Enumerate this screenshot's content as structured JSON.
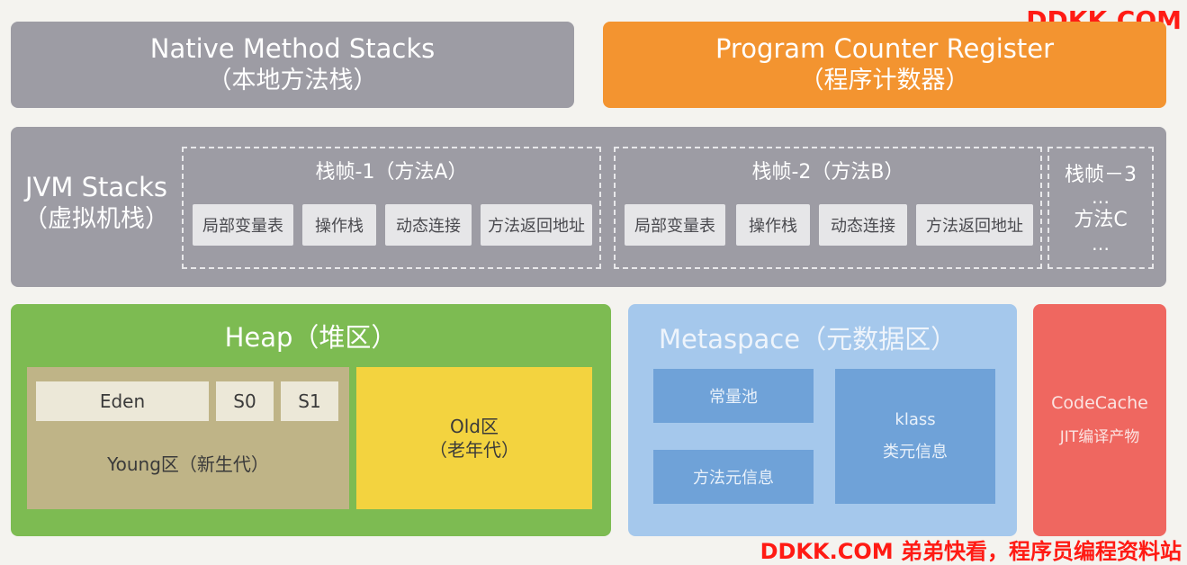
{
  "watermark_top": "DDKK.COM",
  "watermark_bottom": "DDKK.COM 弟弟快看，程序员编程资料站",
  "native": {
    "title": "Native Method Stacks",
    "subtitle": "（本地方法栈）"
  },
  "pc": {
    "title": "Program Counter Register",
    "subtitle": "（程序计数器）"
  },
  "jvm": {
    "title": "JVM Stacks",
    "subtitle": "（虚拟机栈）",
    "frames": [
      {
        "title": "栈帧-1（方法A）",
        "slots": [
          "局部变量表",
          "操作栈",
          "动态连接",
          "方法返回地址"
        ]
      },
      {
        "title": "栈帧-2（方法B）",
        "slots": [
          "局部变量表",
          "操作栈",
          "动态连接",
          "方法返回地址"
        ]
      },
      {
        "title": "栈帧－3",
        "dots1": "…",
        "method": "方法C",
        "dots2": "…"
      }
    ]
  },
  "heap": {
    "title": "Heap（堆区）",
    "young": {
      "eden": "Eden",
      "s0": "S0",
      "s1": "S1",
      "label": "Young区（新生代）"
    },
    "old": {
      "line1": "Old区",
      "line2": "（老年代）"
    }
  },
  "metaspace": {
    "title": "Metaspace（元数据区）",
    "constant_pool": "常量池",
    "method_meta": "方法元信息",
    "klass": "klass",
    "class_meta": "类元信息"
  },
  "codecache": {
    "title": "CodeCache",
    "subtitle": "JIT编译产物"
  },
  "colors": {
    "gray": "#9d9ca4",
    "orange": "#f39430",
    "heap_green": "#7dbb52",
    "young": "#bfb487",
    "old_yellow": "#f3d33f",
    "metaspace": "#a5c8ec",
    "meta_cell": "#6fa2d8",
    "codecache_red": "#ef6760",
    "watermark_red": "#ff1b14"
  }
}
